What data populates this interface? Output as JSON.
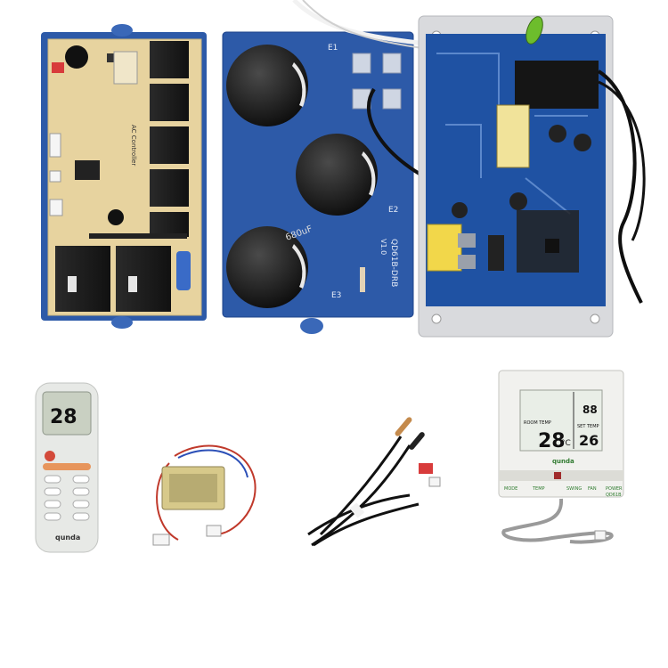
{
  "board_left": {
    "silk_label": "AC Controller"
  },
  "board_middle": {
    "silk_code": "QD61B-DRB",
    "silk_version": "V1.0",
    "cap_labels": [
      "E1",
      "E2",
      "E3"
    ],
    "cap_text": "680uF"
  },
  "remote": {
    "lcd_value": "28",
    "brand": "qunda"
  },
  "wall_controller": {
    "lcd_room_label": "ROOM TEMP",
    "lcd_room_value": "28",
    "lcd_unit": "°C",
    "lcd_set_label": "SET TEMP",
    "lcd_set_value": "26",
    "lcd_timer_value": "88",
    "brand": "qunda",
    "buttons": [
      "MODE",
      "TEMP",
      "SWING",
      "FAN",
      "POWER"
    ],
    "model": "QD61B"
  },
  "colors": {
    "pcb_beige": "#e8d7a4",
    "enclosure_blue": "#2d5aa8",
    "pcb_blue": "#1e4f9c",
    "relay_black": "#1a1a1a",
    "wall_panel": "#f1f1ee",
    "remote_body": "#e9ebe8"
  }
}
